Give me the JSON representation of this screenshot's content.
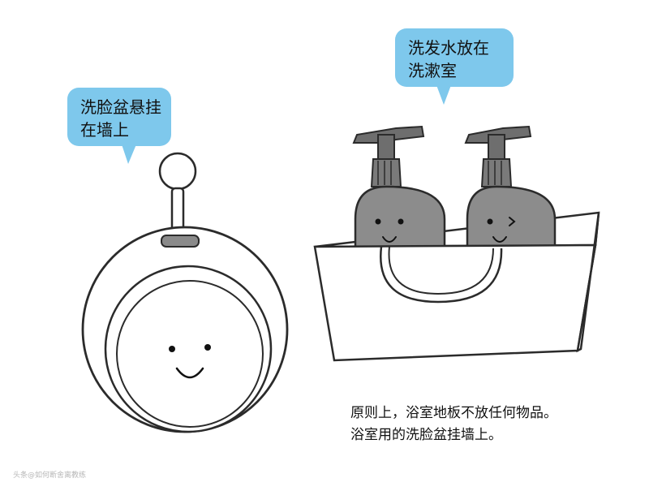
{
  "bubbles": {
    "basin": {
      "line1": "洗脸盆悬挂",
      "line2": "在墙上"
    },
    "shampoo": {
      "line1": "洗发水放在",
      "line2": "洗漱室"
    }
  },
  "caption": {
    "line1": "原则上，浴室地板不放任何物品。",
    "line2": "浴室用的洗脸盆挂墙上。"
  },
  "watermark": "头条@如何断舍离教练",
  "colors": {
    "bubble": "#7ec8ec",
    "bottle_fill": "#8c8c8c",
    "cap": "#6e6e6e",
    "outline": "#2b2b2b"
  }
}
